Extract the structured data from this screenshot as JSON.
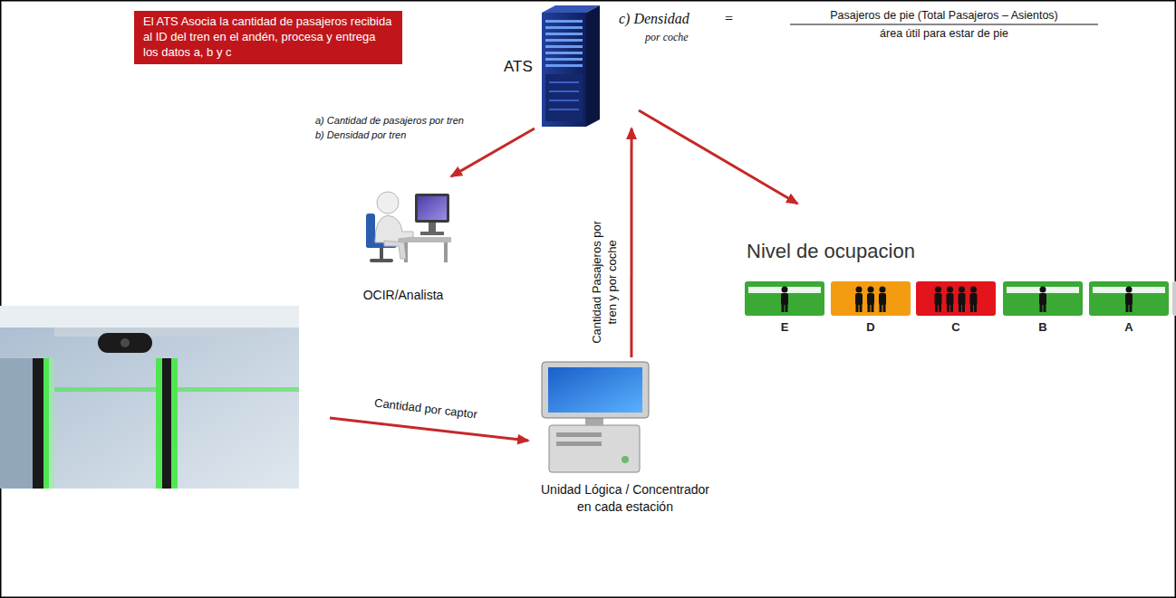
{
  "diagram": {
    "nodes": [
      {
        "text": [
          "El ATS Asocia la cantidad de pasajeros recibida al ID del tren en el andén, procesa y entrega los datos a, b y c"
        ]
      },
      {
        "text": [
          "ATS"
        ]
      },
      {
        "text": [
          "OCIR/Analista"
        ]
      },
      {
        "text": [
          "Nivel de ocupacion"
        ]
      },
      {
        "text": [
          "E"
        ],
        "in": 3
      },
      {
        "text": [
          "D"
        ],
        "in": 3
      },
      {
        "text": [
          "C"
        ],
        "in": 3
      },
      {
        "text": [
          "B"
        ],
        "in": 3
      },
      {
        "text": [
          "A"
        ],
        "in": 3
      },
      {
        "text": [
          "Unidad Lógica / Concentrador en cada estación"
        ]
      }
    ],
    "edges": [
      {
        "from": 1,
        "to": 2,
        "arrow": "to"
      },
      {
        "from": 1,
        "to": 3,
        "arrow": "to"
      },
      {
        "from": 9,
        "to": 1,
        "arrow": "to",
        "label": "Cantidad Pasajeros por tren y por coche"
      }
    ],
    "labels": [
      "a) Cantidad de pasajeros por tren",
      "b) Densidad por tren",
      "c) Densidad",
      "por coche",
      "=",
      "Pasajeros de pie (Total Pasajeros – Asientos)",
      "área útil para estar de pie",
      "Cantidad por captor"
    ]
  }
}
